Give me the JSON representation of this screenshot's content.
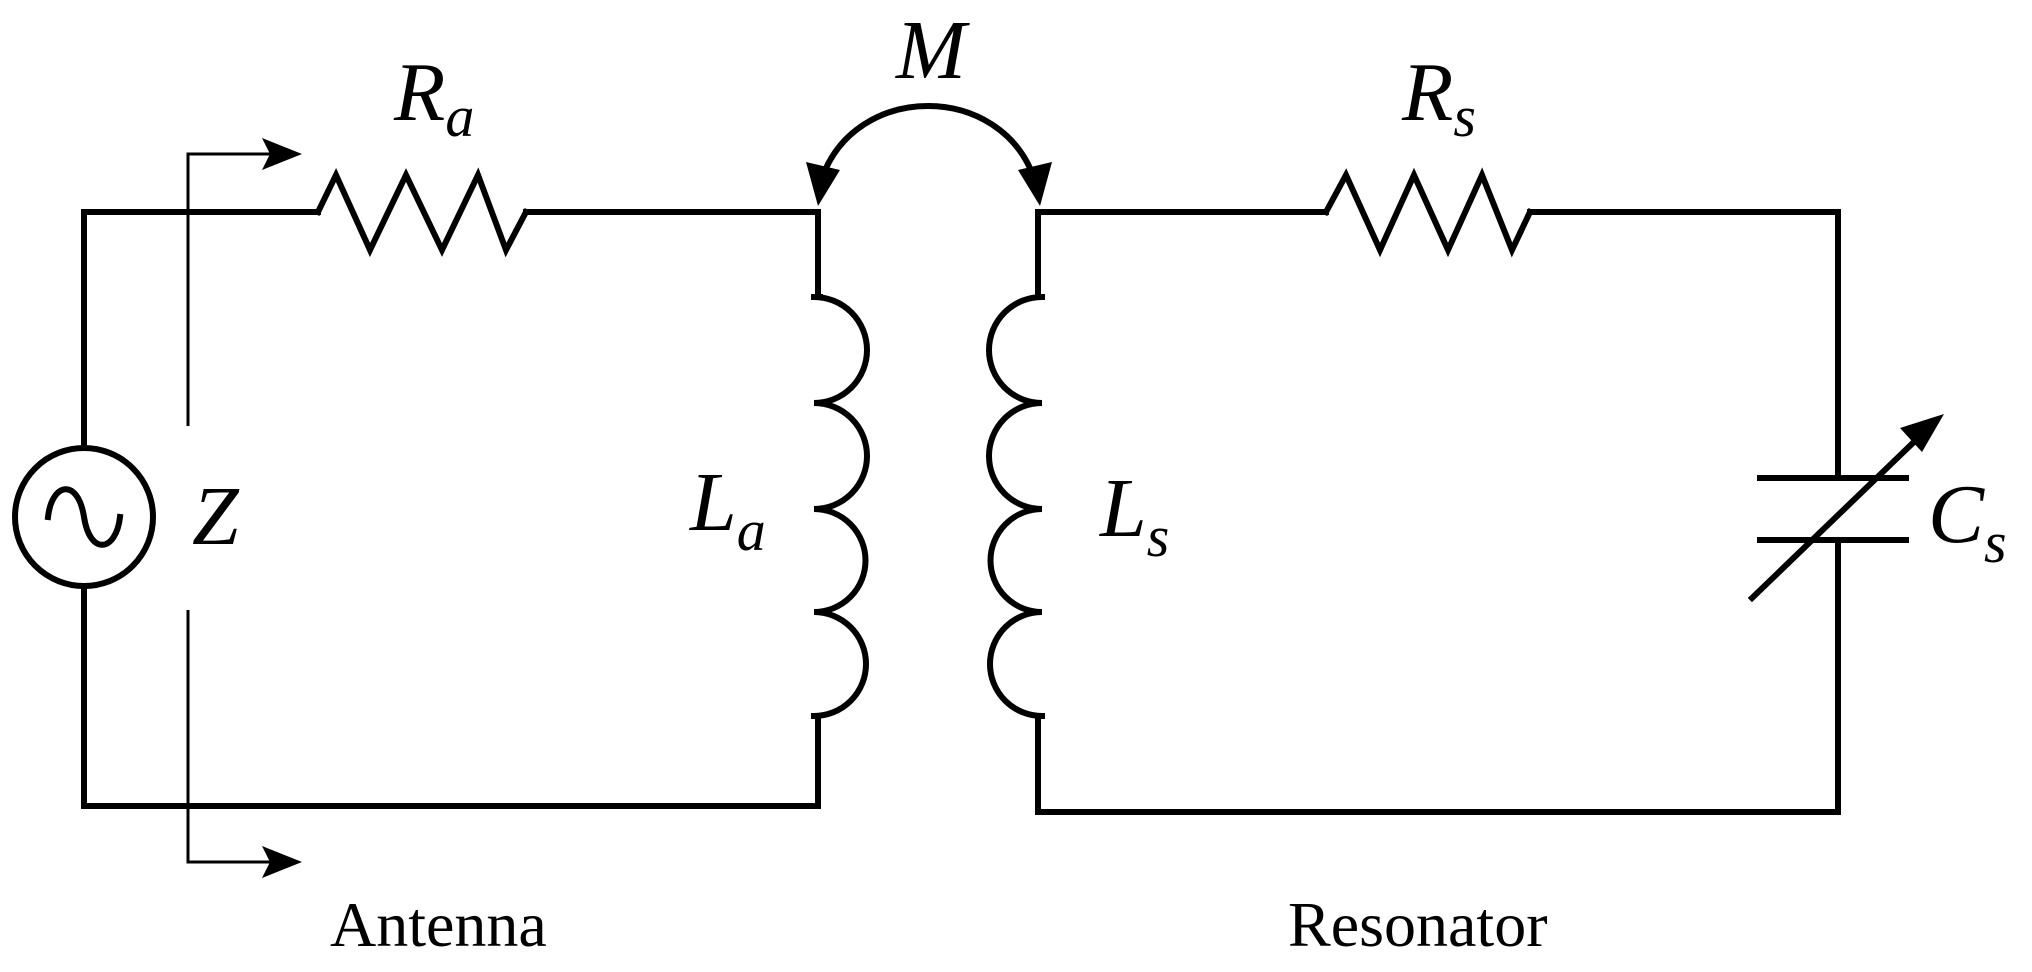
{
  "labels": {
    "ra_main": "R",
    "ra_sub": "a",
    "rs_main": "R",
    "rs_sub": "s",
    "la_main": "L",
    "la_sub": "a",
    "ls_main": "L",
    "ls_sub": "s",
    "cs_main": "C",
    "cs_sub": "s",
    "m": "M",
    "z": "Z",
    "antenna": "Antenna",
    "resonator": "Resonator"
  },
  "colors": {
    "stroke": "#000000",
    "background": "#ffffff"
  },
  "icons": {
    "source": "ac-source-icon",
    "resistor": "resistor-icon",
    "inductor": "inductor-icon",
    "capacitor": "variable-capacitor-icon"
  }
}
